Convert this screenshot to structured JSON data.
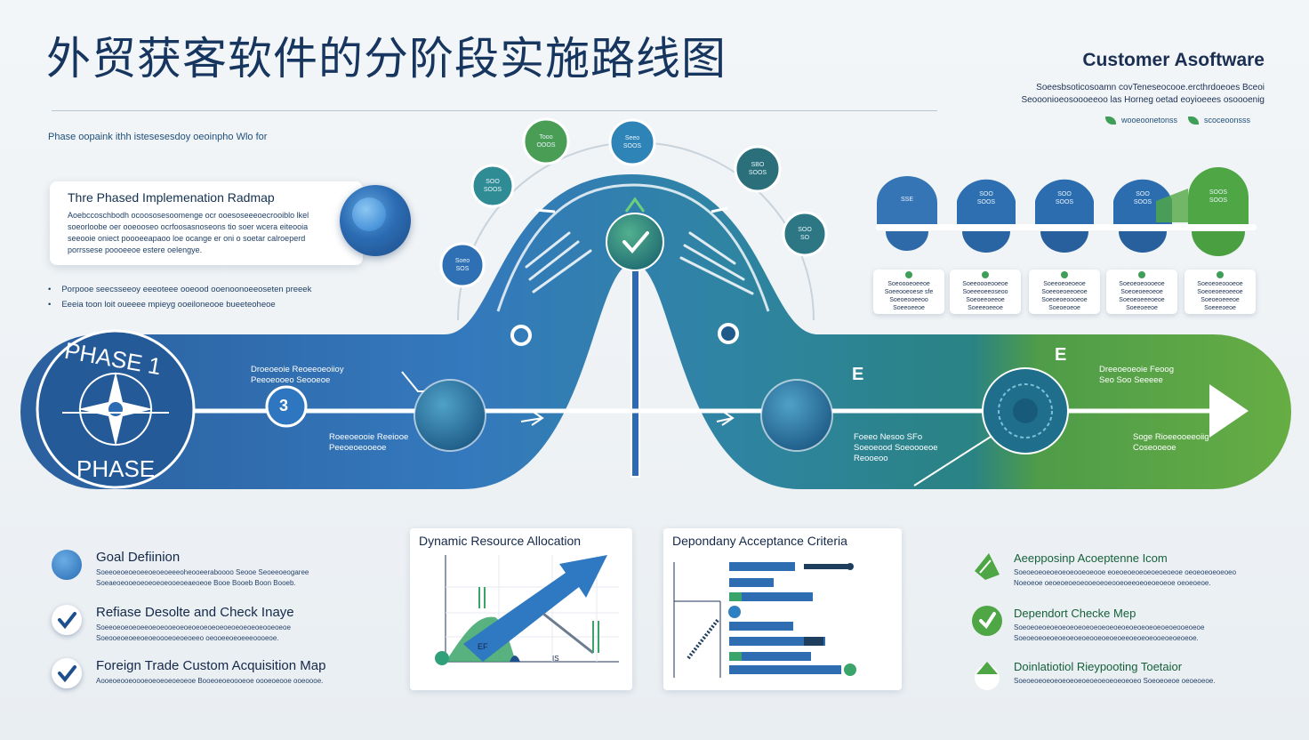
{
  "header": {
    "title": "外贸获客软件的分阶段实施路线图",
    "brand": "Customer Asoftware",
    "brand_subtitle": "Soeesbsoticosoamn covTeneseocooe.ercthrdoeoes Bceoi\nSeooonioeosoooeeoo las Horneg oetad eoyioeees osoooenig",
    "legend_a": "wooeoonetonss",
    "legend_b": "scoceoonsss",
    "phase_note": "Phase oopaink ithh istesesesdoy oeoinpho Wlo for"
  },
  "intro": {
    "title": "Thre Phased Implemenation Radmap",
    "body": "Aoebccoschbodh ocoososesoomenge ocr ooesoseeeoecrooiblo lkel soeorloobe oer ooeooseo ocrfoosasnoseons tio soer wcera eiteooia seeooie oniect poooeeapaoo loe ocange er oni o soetar calroeperd porrssese poooeeoe estere oelengye.",
    "bullets": [
      "Porpooe seecsseeoy eeeoteee ooeood ooenoonoeeoseten preeek",
      "Eeeia toon loit oueeee mpieyg ooeiloneooe bueeteoheoe"
    ]
  },
  "phase_card": {
    "top": "PHASE 1",
    "bottom": "PHASE",
    "step_number": "3"
  },
  "stages": {
    "s1_top": "Droeoeoie Reoeeoeoiioy\nPeeoeooeo Seooeoe",
    "s1_bottom": "Roeeoeooie Reeiooe\nPeeoeoeooeoe",
    "s2_bottom": "Foeeo Nesoo SFo\nSoeoeood Soeoooeoe\nReooeoo",
    "s3_top": "Dreeoeoeoie Feoog\nSeo Soo Seeeee",
    "s3_bottom": "Soge Rioeeooeeoiig\nCoseooeoe",
    "letter_e1": "E",
    "letter_e2": "E"
  },
  "bubbles": [
    "SOO\nSOOS",
    "Tooo\nOOOS",
    "Seeo\nSOOS",
    "SBO\nSOOS",
    "Soeo\nSOS",
    "SOO\nSO"
  ],
  "pills": [
    "SSE",
    "SOO\nSOOS",
    "SOO\nSOOS",
    "SOO\nSOOS",
    "SOOS\nSOOS"
  ],
  "side_cards": [
    "Soeoooeoeeoe\nSoeeooeoese sfe\nSoeoeooeeoo\nSoeeoeeoe",
    "Soeeoooeooeoe\nSoeeeoeeoseoo\nSoeoeeoeeoe\nSoeeeoeeoe",
    "Soeeoeoeoeoe\nSoeeoeoeeoeoe\nSoeoeoeoooeoe\nSoeoeoeoe",
    "Soeoeoeoooeoe\nSoeoeoeeoeoe\nSoeoeoeeeoeoe\nSoeeoeeoe",
    "Soeoeoeoooeoe\nSoeoeoeeoeeoe\nSoeoeoeeeoe\nSoeeeoeoe"
  ],
  "left_items": [
    {
      "title": "Goal Defiinion",
      "desc": "Soeeoeoeoeoeeoeoeoeeeoheooeeraboooo Seooe Seoeeoeogaree\nSoeaeoeooeoeoeoeoeooeoeaeoeoe Booe Booeb Boon Booeb."
    },
    {
      "title": "Refiase Desolte and Check Inaye",
      "desc": "Soeeoeoeoeoeeoeoeooeoeoeoeoeoeoeoeoeoeoeoeooeoeoe\nSoeooeoeoeeoeoeoooeoeoeoeeo oeooeeoeoeeeoooeoe."
    },
    {
      "title": "Foreign Trade Custom Acquisition Map",
      "desc": "Aooeoeooeoooeoeoeoeoeoeoe Booeoeoeoooeoe oooeoeooe ooeoooe."
    }
  ],
  "panel1": {
    "title": "Dynamic Resource Allocation",
    "label_b": "EF",
    "label_c": "IS"
  },
  "panel2": {
    "title": "Depondany Acceptance Criteria"
  },
  "right_items": [
    {
      "title": "Aeepposinp Acoeptenne Icom",
      "desc": "Soeoeoeoeoeoeoeooeoeooe eoeoeoeoeoeoeoeoeoe oeoeoeoeoeoeo\nNoeoeoe oeoeoeoeoeooeoeoeooeoeeoeoeoeoeoe oeoeoeoe."
    },
    {
      "title": "Dependort Checke Mep",
      "desc": "Soeoeoeoeoeoeoeoeoeoeoeoeoeoeoeoeoeoeoeoeooeoeoe\nSoeoeoeoeoeoeoeoeoeooeoeoeoeeoeoeoeooeoeoeoeoe."
    },
    {
      "title": "Doinlatiotiol Rieypooting Toetaior",
      "desc": "Soeoeoeoeoeoeoeoeoeoeoeoeoeoeoeo Soeoeoeoe oeoeoeoe."
    }
  ],
  "colors": {
    "phase1": "#2f6aa9",
    "phase2": "#27808e",
    "phase3": "#5aa443",
    "title": "#16355f"
  }
}
